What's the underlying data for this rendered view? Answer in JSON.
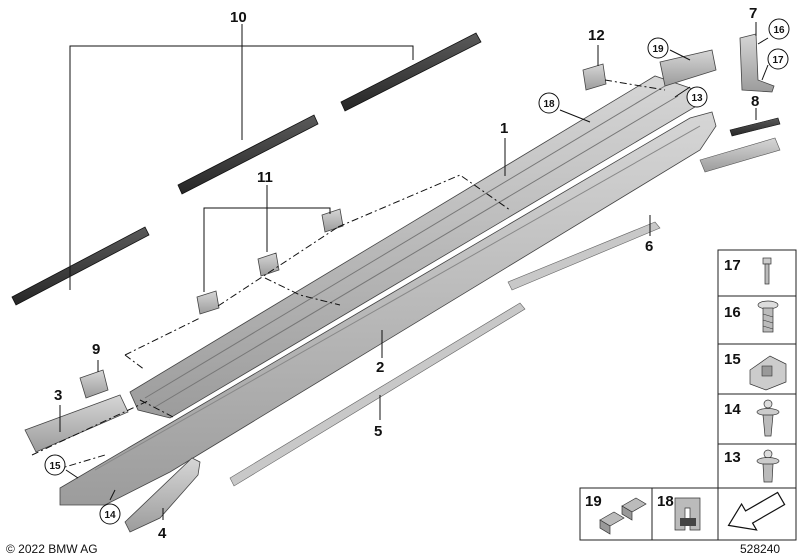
{
  "callouts": {
    "c1": "1",
    "c2": "2",
    "c3": "3",
    "c4": "4",
    "c5": "5",
    "c6": "6",
    "c7": "7",
    "c8": "8",
    "c9": "9",
    "c10": "10",
    "c11": "11",
    "c12": "12",
    "c13": "13",
    "c14": "14",
    "c15": "15",
    "c16": "16",
    "c17": "17",
    "c18": "18",
    "c19": "19"
  },
  "legend": {
    "l17": "17",
    "l16": "16",
    "l15": "15",
    "l14": "14",
    "l13": "13",
    "l19": "19",
    "l18": "18"
  },
  "footer": {
    "copyright": "© 2022 BMW AG",
    "diagram_id": "528240"
  },
  "colors": {
    "part_fill": "#b9b9b9",
    "part_dark": "#8f8f8f",
    "trim_strip": "#3a3a3a",
    "line": "#111111"
  }
}
